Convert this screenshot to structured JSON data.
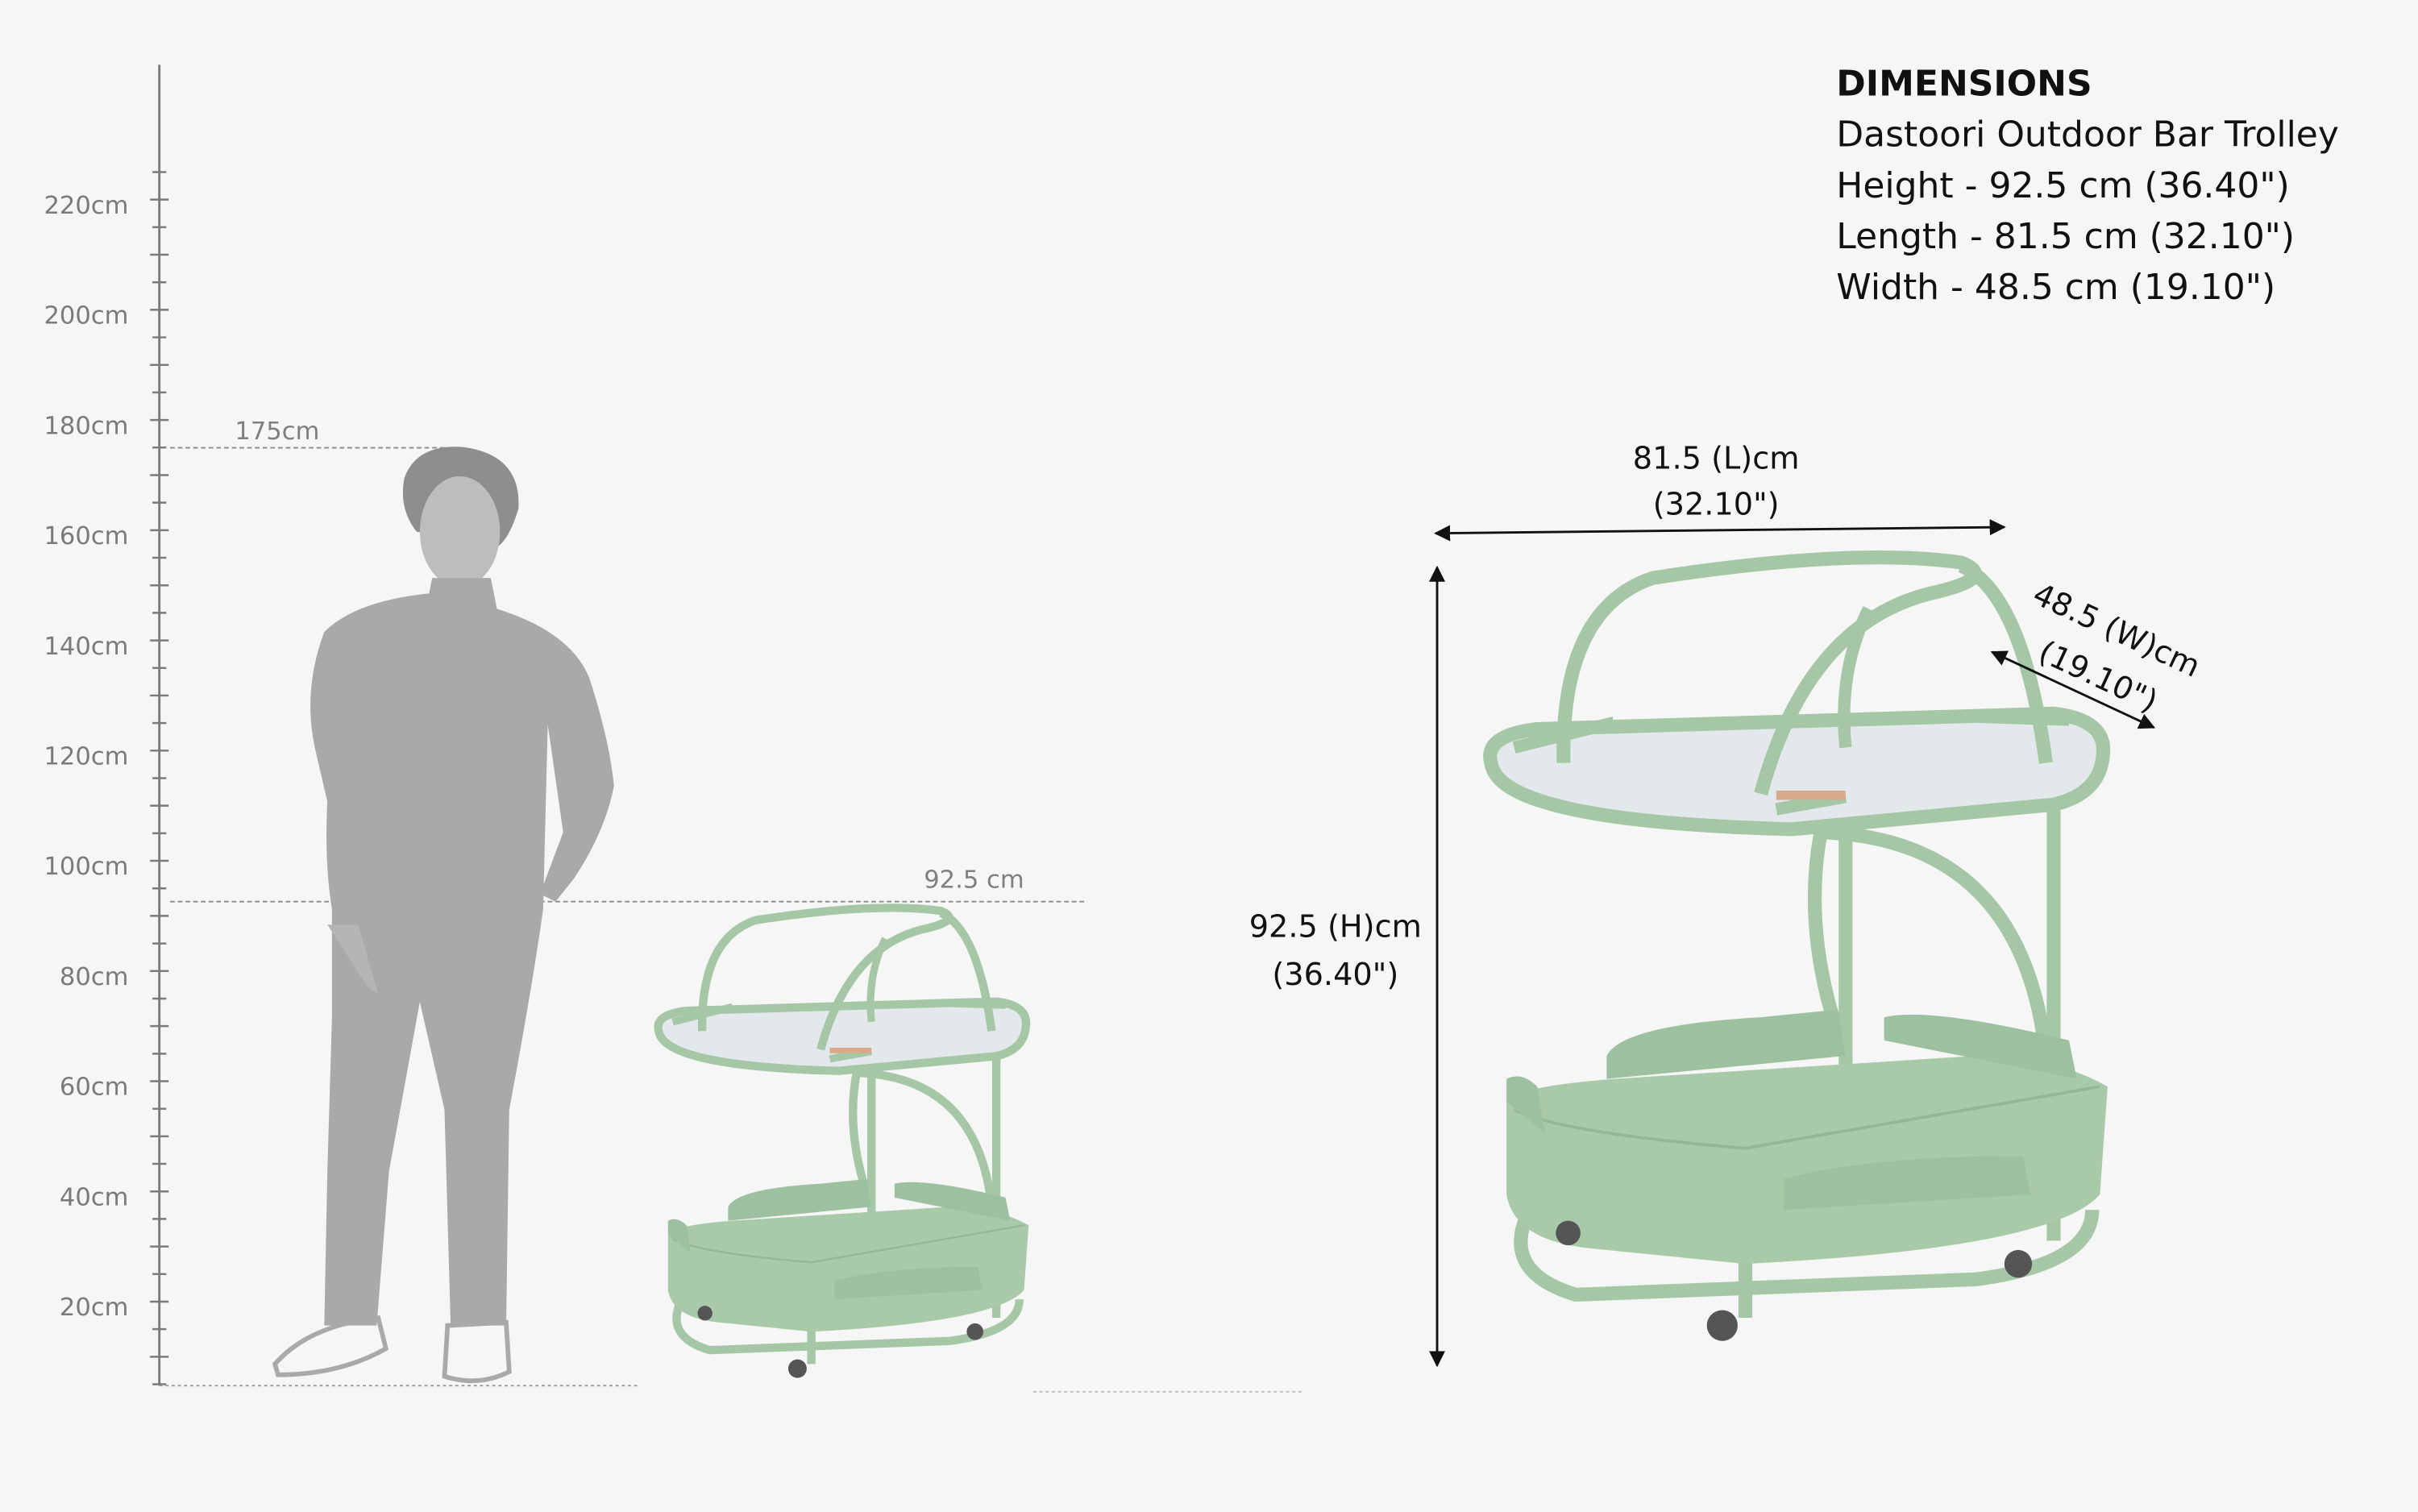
{
  "colors": {
    "background": "#f6f6f6",
    "ruler": "#7a7a7a",
    "person": "#a9a9a9",
    "trolley_green": "#a5c7a6",
    "marble": "#e3e8ec",
    "text": "#111111"
  },
  "ruler": {
    "labels": [
      "220cm",
      "200cm",
      "180cm",
      "160cm",
      "140cm",
      "120cm",
      "100cm",
      "80cm",
      "60cm",
      "40cm",
      "20cm"
    ],
    "person_height_label": "175cm",
    "trolley_height_label": "92.5 cm"
  },
  "info": {
    "heading": "DIMENSIONS",
    "product": "Dastoori Outdoor Bar Trolley",
    "height": "Height - 92.5 cm (36.40\")",
    "length": "Length - 81.5 cm (32.10\")",
    "width": "Width -  48.5 cm (19.10\")"
  },
  "dimension_labels": {
    "length_cm": "81.5 (L)cm",
    "length_in": "(32.10\")",
    "width_cm": "48.5 (W)cm",
    "width_in": "(19.10\")",
    "height_cm": "92.5 (H)cm",
    "height_in": "(36.40\")"
  }
}
